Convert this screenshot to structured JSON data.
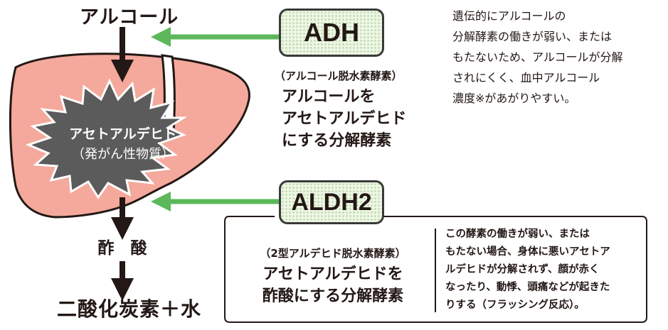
{
  "top_label": "アルコール",
  "acetaldehyde": {
    "name": "アセトアルデヒド",
    "note": "（発がん性物質）"
  },
  "acetic_acid": "酢　酸",
  "final_product": "二酸化炭素＋水",
  "adh": {
    "abbr": "ADH",
    "full_name": "（アルコール脱水素酵素）",
    "role_lines": [
      "アルコールを",
      "アセトアルデヒド",
      "にする分解酵素"
    ],
    "note_lines": [
      "遺伝的にアルコールの",
      "分解酵素の働きが弱い、または",
      "もたないため、アルコールが分解",
      "されにくく、血中アルコール",
      "濃度※があがりやすい。"
    ]
  },
  "aldh2": {
    "abbr": "ALDH2",
    "full_name": "（2型アルデヒド脱水素酵素）",
    "role_lines": [
      "アセトアルデヒドを",
      "酢酸にする分解酵素"
    ],
    "note_lines": [
      "この酵素の働きが弱い、または",
      "もたない場合、身体に悪いアセトア",
      "ルデヒドが分解されず、顔が赤く",
      "なったり、動悸、頭痛などが起きた",
      "りする（フラッシング反応）。"
    ]
  },
  "colors": {
    "liver_fill": "#f4a99c",
    "burst_fill": "#5b5b5b",
    "arrow_green": "#5cb85a",
    "box_fill": "#eef6e6",
    "text": "#231815"
  }
}
